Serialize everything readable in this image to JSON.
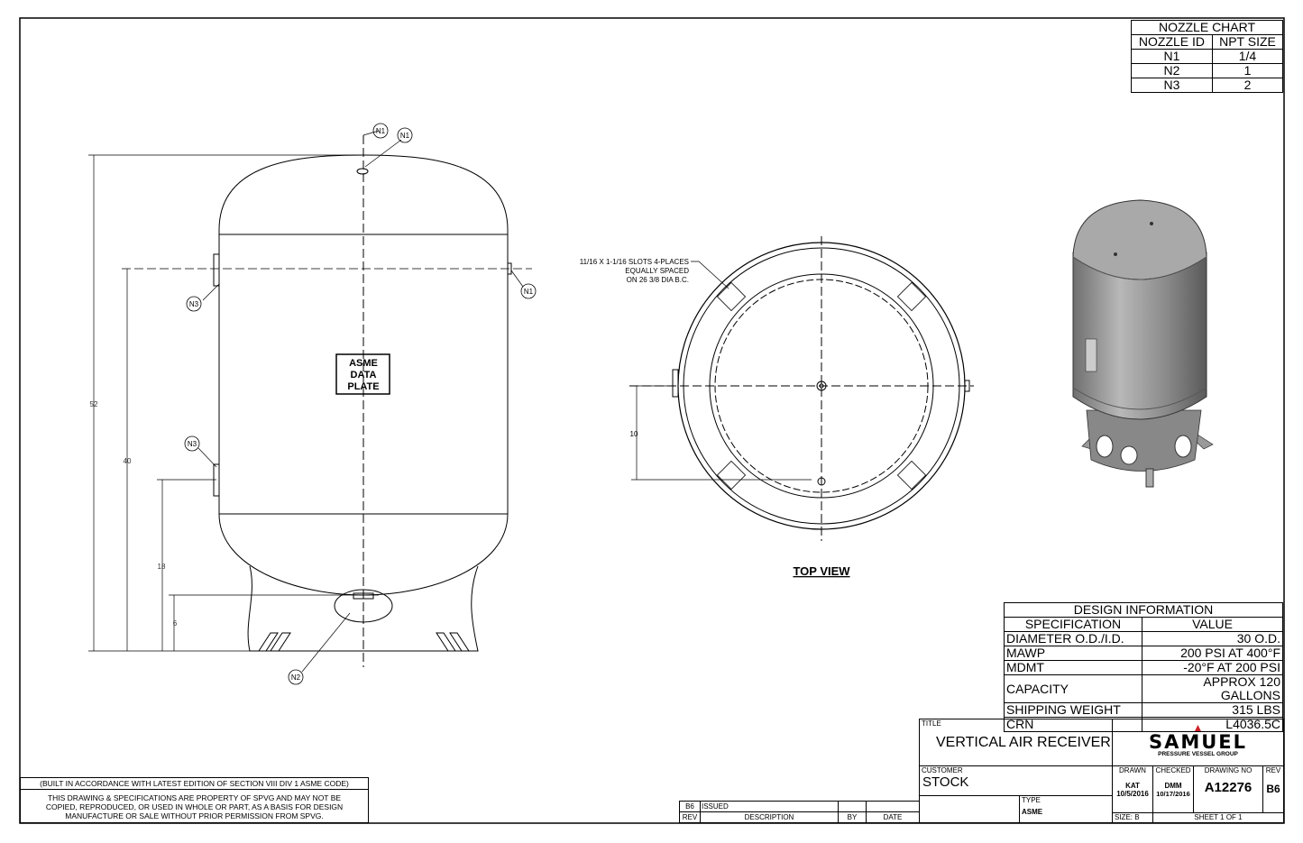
{
  "nozzle_chart": {
    "title": "NOZZLE CHART",
    "headers": [
      "NOZZLE ID",
      "NPT SIZE"
    ],
    "rows": [
      [
        "N1",
        "1/4"
      ],
      [
        "N2",
        "1"
      ],
      [
        "N3",
        "2"
      ]
    ]
  },
  "design_info": {
    "title": "DESIGN INFORMATION",
    "headers": [
      "SPECIFICATION",
      "VALUE"
    ],
    "rows": [
      [
        "DIAMETER O.D./I.D.",
        "30 O.D."
      ],
      [
        "MAWP",
        "200 PSI AT 400°F"
      ],
      [
        "MDMT",
        "-20°F AT 200 PSI"
      ],
      [
        "CAPACITY",
        "APPROX 120 GALLONS"
      ],
      [
        "SHIPPING WEIGHT",
        "315 LBS"
      ],
      [
        "CRN",
        "L4036.5C"
      ]
    ]
  },
  "front_view": {
    "nozzle_labels": [
      "N1",
      "N1",
      "N1",
      "N3",
      "N3",
      "N2"
    ],
    "data_plate": [
      "ASME",
      "DATA",
      "PLATE"
    ],
    "dimensions": [
      "52",
      "40",
      "18",
      "6"
    ]
  },
  "top_view": {
    "label": "TOP VIEW",
    "slot_note": [
      "11/16 X 1-1/16 SLOTS 4-PLACES",
      "EQUALLY SPACED",
      "ON 26 3/8 DIA B.C."
    ],
    "dimension": "10"
  },
  "notes": {
    "code": "(BUILT IN ACCORDANCE WITH LATEST EDITION OF SECTION VIII DIV 1 ASME CODE)",
    "property": [
      "THIS DRAWING & SPECIFICATIONS ARE PROPERTY OF SPVG AND MAY NOT BE",
      "COPIED, REPRODUCED, OR USED IN WHOLE OR PART, AS A BASIS FOR DESIGN",
      "MANUFACTURE OR SALE WITHOUT PRIOR PERMISSION FROM SPVG."
    ]
  },
  "revision": {
    "rows": [
      [
        "B6",
        "ISSUED",
        "",
        ""
      ]
    ],
    "headers": [
      "REV",
      "DESCRIPTION",
      "BY",
      "DATE"
    ]
  },
  "title_block": {
    "title_label": "TITLE",
    "title": "VERTICAL AIR RECEIVER",
    "customer_label": "CUSTOMER",
    "customer": "STOCK",
    "type_label": "TYPE",
    "type": "ASME",
    "drawn_label": "DRAWN",
    "drawn_by": "KAT",
    "drawn_date": "10/5/2016",
    "checked_label": "CHECKED",
    "checked_by": "DMM",
    "checked_date": "10/17/2016",
    "drawing_no_label": "DRAWING NO",
    "drawing_no": "A12276",
    "rev_label": "REV",
    "rev": "B6",
    "size": "SIZE: B",
    "sheet": "SHEET 1  OF 1",
    "logo_text": "SAMUEL",
    "logo_sub": "PRESSURE VESSEL GROUP",
    "logo_color": "#d0202a"
  }
}
